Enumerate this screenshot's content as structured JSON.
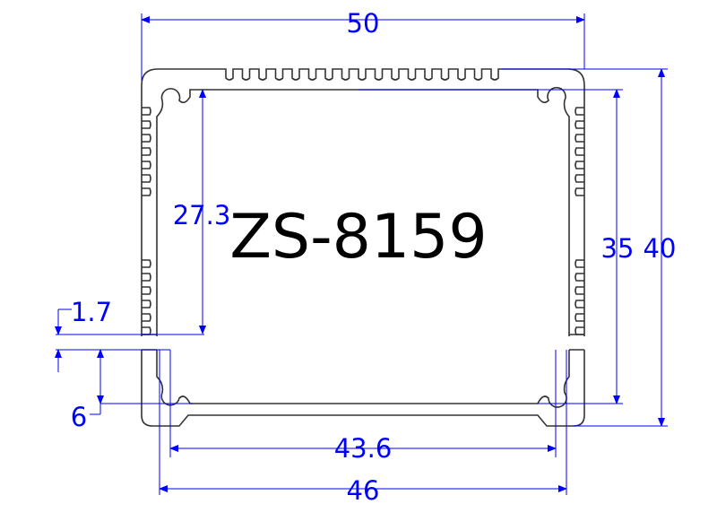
{
  "title": "ZS-8159",
  "dimensions": {
    "overall_width": "50",
    "overall_height": "40",
    "inner_height": "35",
    "upper_inner_height": "27.3",
    "gap": "1.7",
    "lower_height": "6",
    "inner_bottom_width": "43.6",
    "lower_width": "46"
  },
  "colors": {
    "dimension": "#0000ff",
    "profile": "#333333",
    "title": "#000000"
  }
}
